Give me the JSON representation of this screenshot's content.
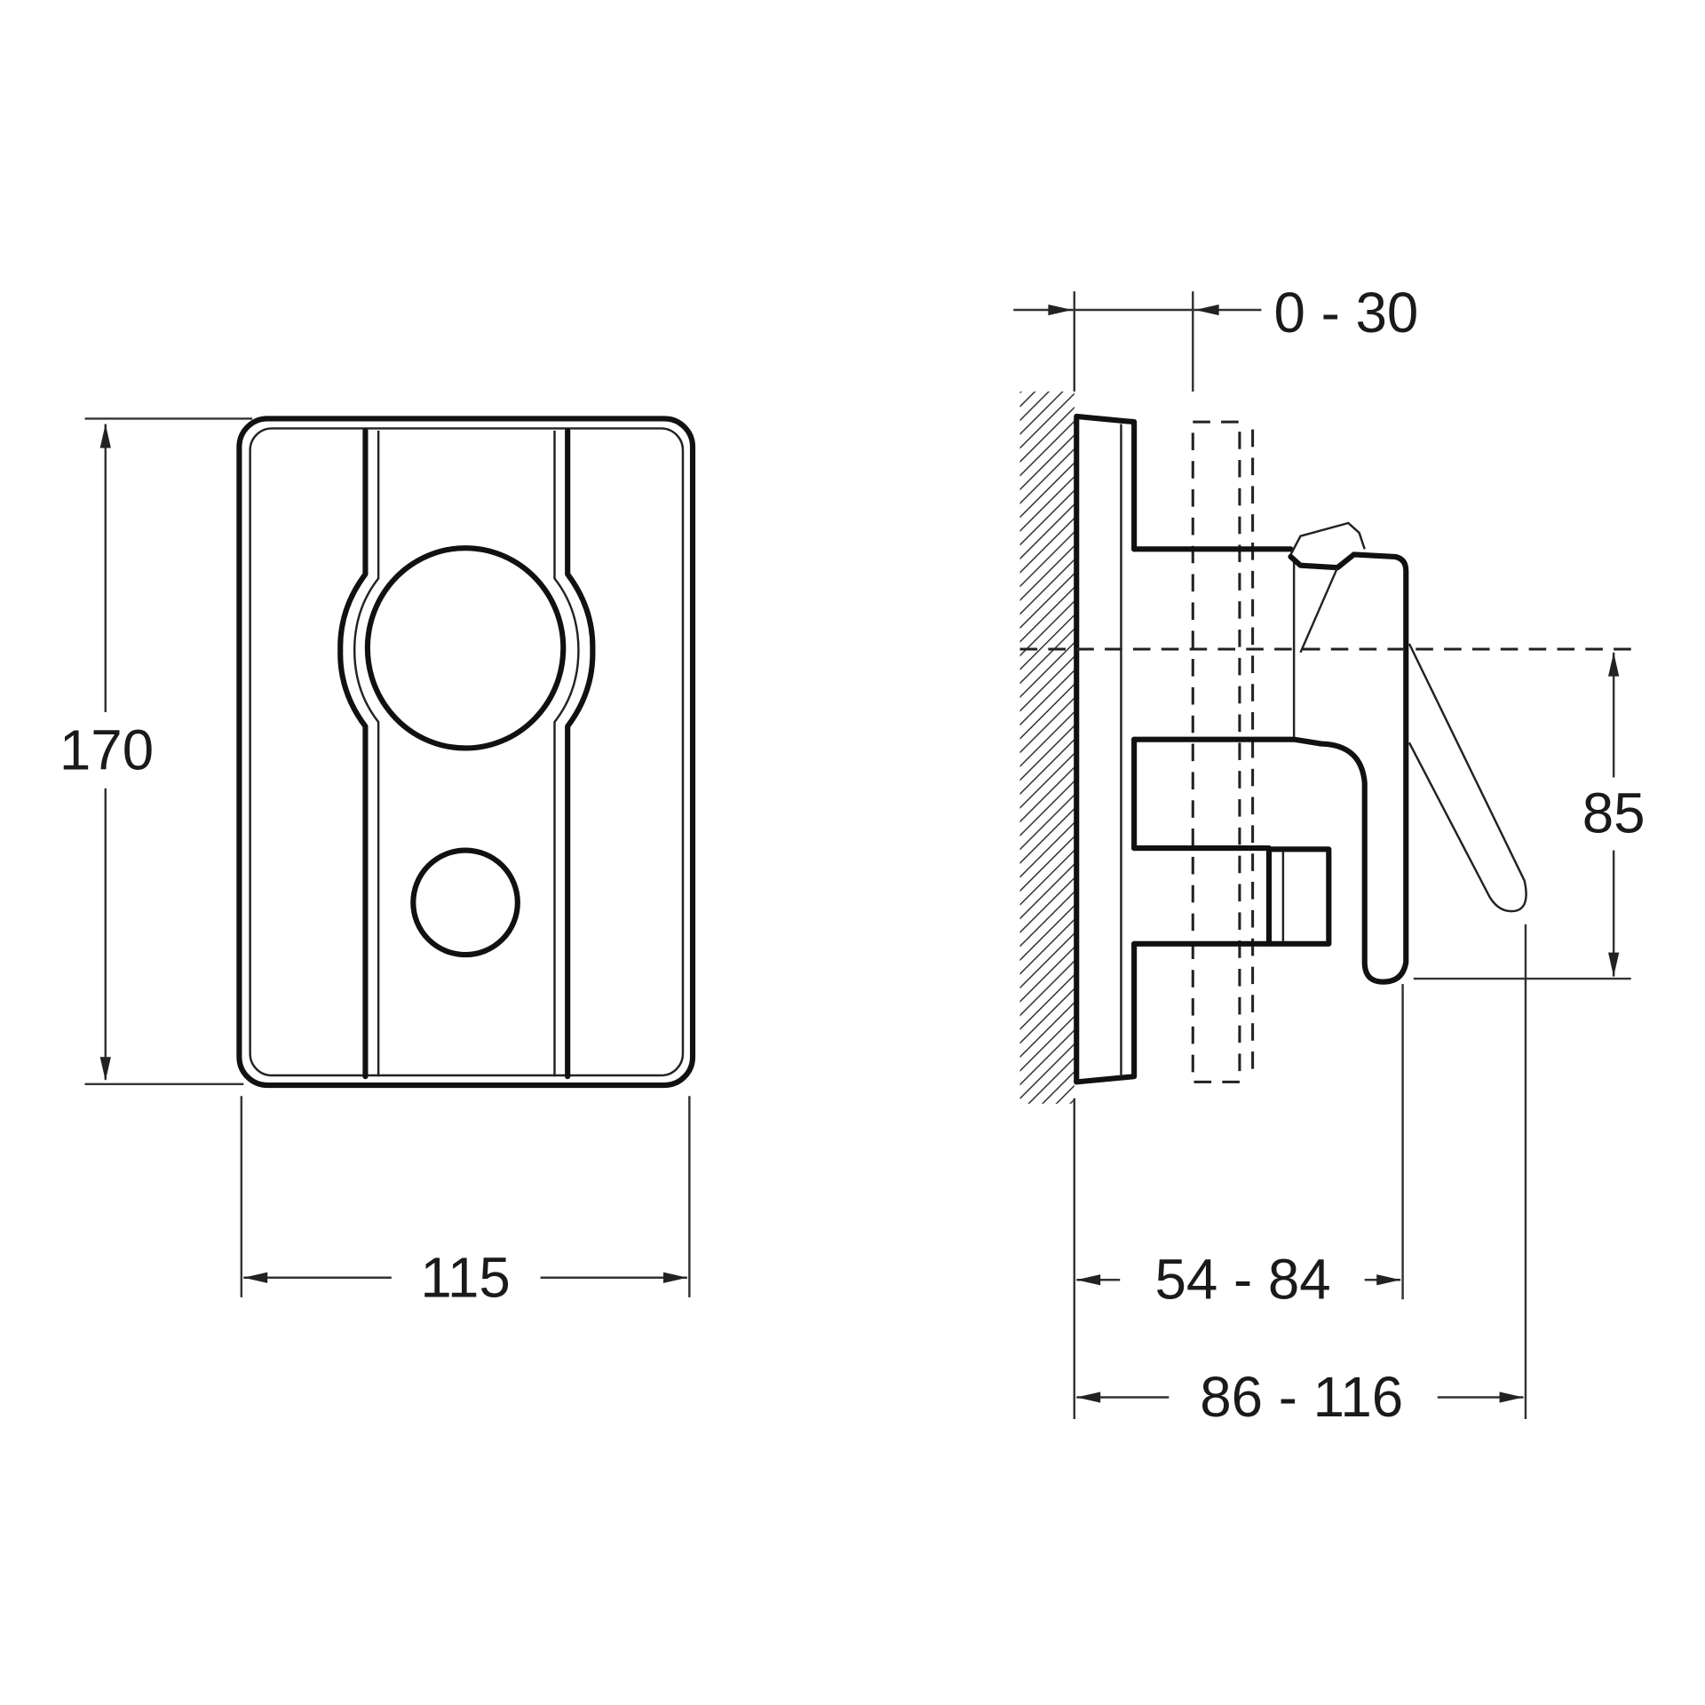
{
  "drawing": {
    "front_view": {
      "height_dim": "170",
      "width_dim": "115"
    },
    "side_view": {
      "adjust_dim": "0 - 30",
      "lever_height_dim": "85",
      "spout_projection_dim": "54 - 84",
      "lever_projection_dim": "86 - 116"
    },
    "colors": {
      "line": "#111111",
      "background": "#ffffff"
    }
  }
}
